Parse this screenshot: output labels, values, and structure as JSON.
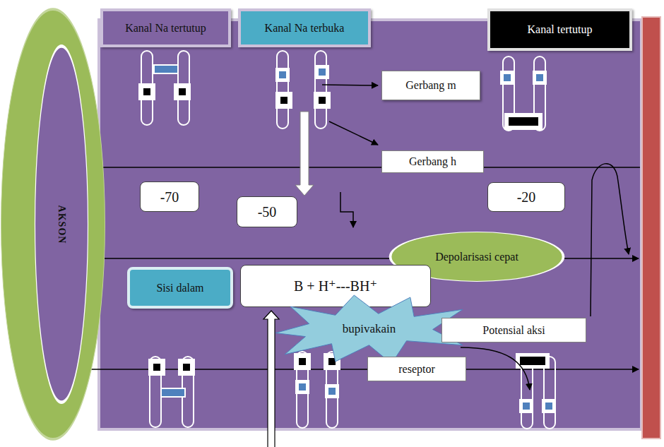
{
  "diagram": {
    "nodes": [
      {
        "text": [
          "AKSON"
        ]
      },
      {
        "text": [
          "Kanal Na tertutup"
        ]
      },
      {
        "text": [
          "Kanal Na terbuka"
        ]
      },
      {
        "text": [
          "Kanal tertutup"
        ]
      },
      {
        "text": [
          "Gerbang m"
        ]
      },
      {
        "text": [
          "Gerbang h"
        ]
      },
      {
        "text": [
          "-70"
        ]
      },
      {
        "text": [
          "-50"
        ]
      },
      {
        "text": [
          "-20"
        ]
      },
      {
        "text": [
          "Depolarisasi cepat"
        ]
      },
      {
        "text": [
          "Sisi dalam"
        ]
      },
      {
        "text": [
          "B + H⁺---BH⁺"
        ]
      },
      {
        "text": [
          "bupivakain"
        ]
      },
      {
        "text": [
          "Potensial aksi"
        ]
      },
      {
        "text": [
          "reseptor"
        ]
      }
    ]
  }
}
